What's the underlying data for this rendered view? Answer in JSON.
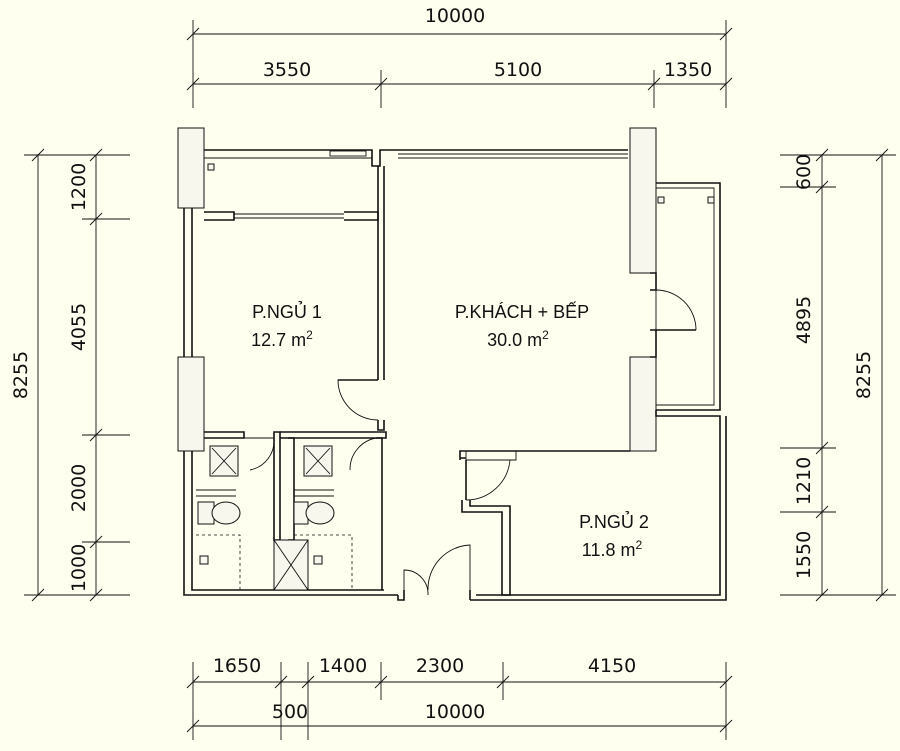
{
  "top_dims": {
    "overall": "10000",
    "seg1": "3550",
    "seg2": "5100",
    "seg3": "1350"
  },
  "bottom_dims": {
    "seg1": "1650",
    "seg2": "1400",
    "seg3": "2300",
    "seg4": "4150",
    "sub": "500",
    "overall": "10000"
  },
  "left_dims": {
    "overall": "8255",
    "seg1": "1200",
    "seg2": "4055",
    "seg3": "2000",
    "seg4": "1000"
  },
  "right_dims": {
    "overall": "8255",
    "seg1": "600",
    "seg2": "4895",
    "seg3": "1210",
    "seg4": "1550"
  },
  "rooms": {
    "bedroom1": {
      "name": "P.NGỦ 1",
      "area": "12.7 m",
      "unit_exp": "2"
    },
    "living": {
      "name": "P.KHÁCH + BẾP",
      "area": "30.0 m",
      "unit_exp": "2"
    },
    "bedroom2": {
      "name": "P.NGỦ 2",
      "area": "11.8 m",
      "unit_exp": "2"
    }
  },
  "colors": {
    "background": "#fffff0",
    "line": "#111111"
  }
}
